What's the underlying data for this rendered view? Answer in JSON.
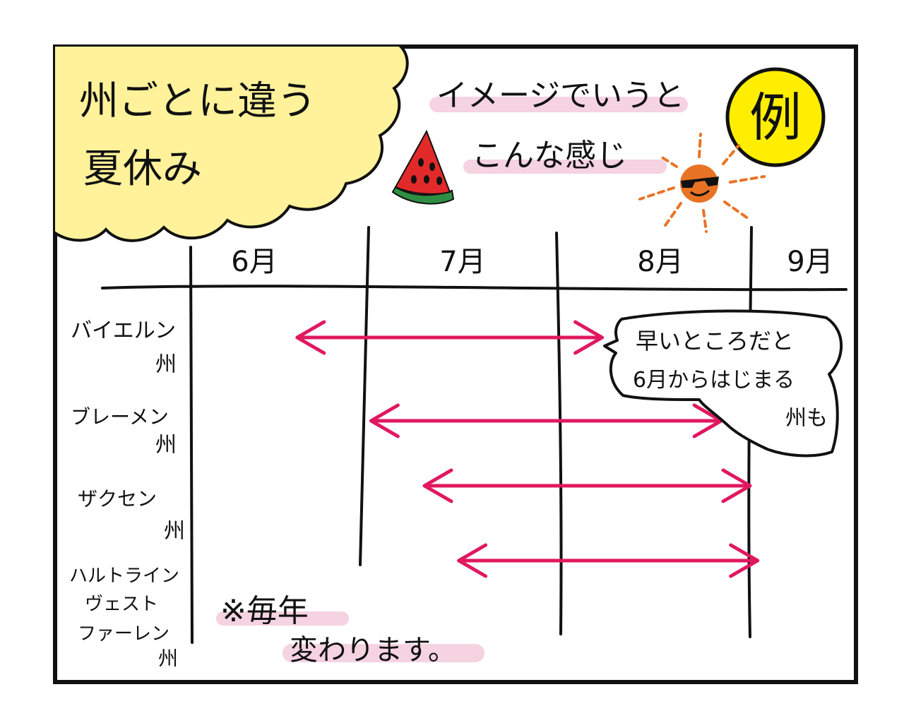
{
  "title": {
    "line1": "州ごとに違う",
    "line2": "夏休み"
  },
  "subtitle": {
    "line1": "イメージでいうと",
    "line2": "こんな感じ"
  },
  "example_badge": "例",
  "months": [
    "6月",
    "7月",
    "8月",
    "9月"
  ],
  "states": [
    {
      "name_lines": [
        "バイエルン",
        "州"
      ],
      "start_month": 6.6,
      "end_month": 8.23
    },
    {
      "name_lines": [
        "ブレーメン",
        "州"
      ],
      "start_month": 7.02,
      "end_month": 8.85
    },
    {
      "name_lines": [
        "ザクセン",
        "州"
      ],
      "start_month": 7.3,
      "end_month": 9.0
    },
    {
      "name_lines": [
        "ハルトライン",
        "ヴェスト",
        "ファーレン",
        "州"
      ],
      "start_month": 7.48,
      "end_month": 9.04
    }
  ],
  "callout": {
    "lines": [
      "早いところだと",
      "6月からはじまる",
      "州も"
    ]
  },
  "note": {
    "line1": "※毎年",
    "line2": "変わります。"
  },
  "icons": {
    "watermelon": "watermelon-icon",
    "sun": "sun-with-sunglasses-icon"
  },
  "colors": {
    "arrow": "#e0195e",
    "title_cloud": "#fff29a",
    "example_badge": "#ffee00",
    "highlight": "#f5d3e0",
    "sun": "#e87324",
    "watermelon_flesh": "#e22a2a",
    "watermelon_rind": "#2e8f42"
  }
}
